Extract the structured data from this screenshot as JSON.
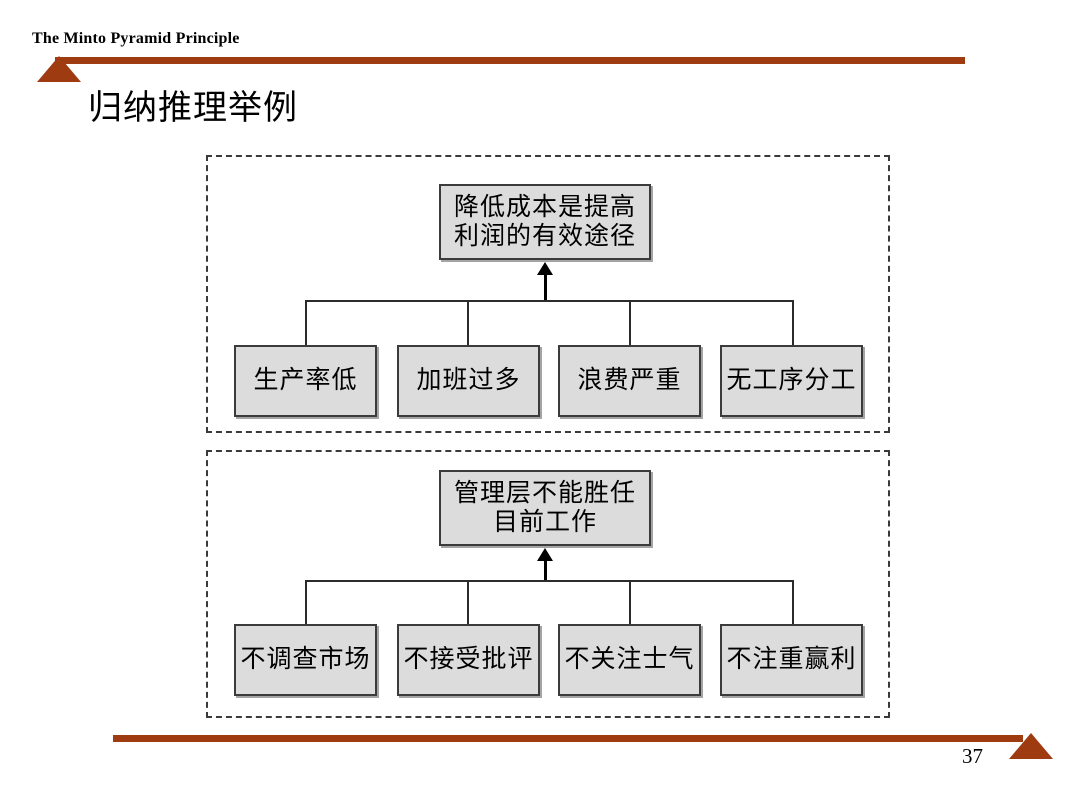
{
  "header": {
    "kicker": "The Minto Pyramid Principle",
    "title": "归纳推理举例",
    "rule_color": "#9E3B10",
    "marker_icon": "triangle-up-icon"
  },
  "footer": {
    "page_number": "37",
    "rule_color": "#9E3B10",
    "marker_icon": "triangle-up-icon"
  },
  "diagram": {
    "box_fill": "#DCDCDC",
    "box_border": "#3b3b3b",
    "frame_style": "dashed",
    "groups": [
      {
        "conclusion": "降低成本是提高\n利润的有效途径",
        "reasons": [
          "生产率低",
          "加班过多",
          "浪费严重",
          "无工序分工"
        ]
      },
      {
        "conclusion": "管理层不能胜任\n目前工作",
        "reasons": [
          "不调查市场",
          "不接受批评",
          "不关注士气",
          "不注重赢利"
        ]
      }
    ]
  }
}
